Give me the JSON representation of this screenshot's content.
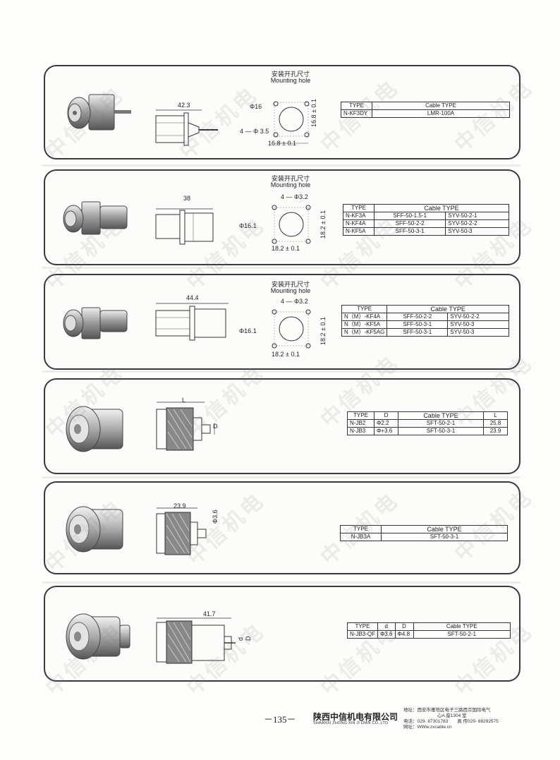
{
  "mounting_hole": {
    "cn": "安装开孔尺寸",
    "en": "Mounting hole"
  },
  "watermark": "中信机电",
  "panels": [
    {
      "id": "p1",
      "dims": {
        "length": "42.3",
        "hole_dia": "Φ16",
        "holes": "4 — Φ 3.5",
        "width": "16.8 ± 0.1",
        "height": "16.8 ± 0.1"
      },
      "table": {
        "headers": [
          "TYPE",
          "Cable TYPE"
        ],
        "rows": [
          [
            "N-KF3DY",
            "LMR-100A"
          ]
        ]
      }
    },
    {
      "id": "p2",
      "dims": {
        "length": "38",
        "holes": "4 — Φ3.2",
        "hole_dia": "Φ16.1",
        "width": "18.2 ± 0.1",
        "height": "18.2 ± 0.1"
      },
      "table": {
        "headers": [
          "TYPE",
          "Cable TYPE"
        ],
        "rows": [
          [
            "N-KF3A",
            "SFF-50-1.5-1",
            "SYV-50-2-1"
          ],
          [
            "N-KF4A",
            "SFF-50-2-2",
            "SYV-50-2-2"
          ],
          [
            "N-KF5A",
            "SFF-50-3-1",
            "SYV-50-3"
          ]
        ]
      }
    },
    {
      "id": "p3",
      "dims": {
        "length": "44.4",
        "holes": "4 — Φ3.2",
        "hole_dia": "Φ16.1",
        "width": "18.2 ± 0.1",
        "height": "18.2 ± 0.1"
      },
      "table": {
        "headers": [
          "TYPE",
          "Cable TYPE"
        ],
        "rows": [
          [
            "N（M）-KF4A",
            "SFF-50-2-2",
            "SYV-50-2-2"
          ],
          [
            "N（M）-KF5A",
            "SFF-50-3-1",
            "SYV-50-3"
          ],
          [
            "N（M）-KF5AG",
            "SFF-50-3-1",
            "SYV-50-3"
          ]
        ]
      }
    },
    {
      "id": "p4",
      "dims": {
        "length": "L",
        "dia": "D"
      },
      "table": {
        "headers": [
          "TYPE",
          "D",
          "Cable TYPE",
          "L"
        ],
        "rows": [
          [
            "N-JB2",
            "Φ2.2",
            "SFT-50-2-1",
            "25.8"
          ],
          [
            "N-JB3",
            "Φ+3.6",
            "SFT-50-3-1",
            "23.9"
          ]
        ]
      }
    },
    {
      "id": "p5",
      "dims": {
        "length": "23.9",
        "dia": "Φ3.6"
      },
      "table": {
        "headers": [
          "TYPE",
          "Cable TYPE"
        ],
        "rows": [
          [
            "N-JB3A",
            "SFT-50-3-1"
          ]
        ]
      }
    },
    {
      "id": "p6",
      "dims": {
        "length": "41.7",
        "d_small": "d",
        "d_big": "D"
      },
      "table": {
        "headers": [
          "TYPE",
          "d",
          "D",
          "Cable TYPE"
        ],
        "rows": [
          [
            "N-JB3-QF",
            "Φ3.6",
            "Φ4.8",
            "SFT-50-2-1"
          ]
        ]
      }
    }
  ],
  "footer": {
    "page": "－135－",
    "company_cn": "陕西中信机电有限公司",
    "company_en": "SHAANXI ZHONG XIN JI DIAN CO.,LTD",
    "address_1": "地址：西安市雁塔区电子三路西京国际电气",
    "address_2": "心A 座1304 室",
    "phone": "电话：029- 87301783　　真 传029- 88292575",
    "web": "网址：WWw.zxcable.cn"
  }
}
